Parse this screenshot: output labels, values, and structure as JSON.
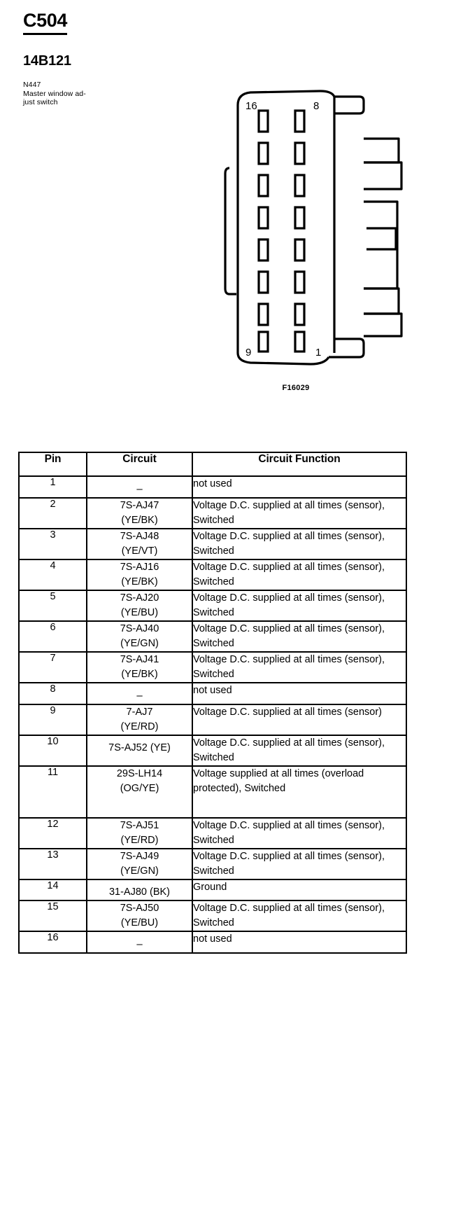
{
  "header": {
    "connector_id": "C504",
    "part_number": "14B121",
    "component_code": "N447",
    "component_name_line1": "Master window ad-",
    "component_name_line2": "just switch"
  },
  "figure": {
    "caption": "F16029",
    "pin_label_top_left": "16",
    "pin_label_top_right": "8",
    "pin_label_bottom_left": "9",
    "pin_label_bottom_right": "1",
    "rows_of_pins": 8,
    "columns_of_pins": 2
  },
  "table": {
    "columns": [
      "Pin",
      "Circuit",
      "Circuit Function"
    ],
    "rows": [
      {
        "pin": "1",
        "circuit": "–",
        "circuit2": "",
        "function": "not used"
      },
      {
        "pin": "2",
        "circuit": "7S-AJ47",
        "circuit2": "(YE/BK)",
        "function": "Voltage D.C. supplied at all times (sensor), Switched"
      },
      {
        "pin": "3",
        "circuit": "7S-AJ48",
        "circuit2": "(YE/VT)",
        "function": "Voltage D.C. supplied at all times (sensor), Switched"
      },
      {
        "pin": "4",
        "circuit": "7S-AJ16",
        "circuit2": "(YE/BK)",
        "function": "Voltage D.C. supplied at all times (sensor), Switched"
      },
      {
        "pin": "5",
        "circuit": "7S-AJ20",
        "circuit2": "(YE/BU)",
        "function": "Voltage D.C. supplied at all times (sensor), Switched"
      },
      {
        "pin": "6",
        "circuit": "7S-AJ40",
        "circuit2": "(YE/GN)",
        "function": "Voltage D.C. supplied at all times (sensor), Switched"
      },
      {
        "pin": "7",
        "circuit": "7S-AJ41",
        "circuit2": "(YE/BK)",
        "function": "Voltage D.C. supplied at all times (sensor), Switched"
      },
      {
        "pin": "8",
        "circuit": "–",
        "circuit2": "",
        "function": "not used"
      },
      {
        "pin": "9",
        "circuit": "7-AJ7",
        "circuit2": "(YE/RD)",
        "function": "Voltage D.C. supplied at all times (sensor)"
      },
      {
        "pin": "10",
        "circuit": "7S-AJ52 (YE)",
        "circuit2": "",
        "function": "Voltage D.C. supplied at all times (sensor), Switched"
      },
      {
        "pin": "11",
        "circuit": "29S-LH14",
        "circuit2": "(OG/YE)",
        "function": "Voltage supplied at all times (overload protected), Switched"
      },
      {
        "pin": "12",
        "circuit": "7S-AJ51",
        "circuit2": "(YE/RD)",
        "function": "Voltage D.C. supplied at all times (sensor), Switched"
      },
      {
        "pin": "13",
        "circuit": "7S-AJ49",
        "circuit2": "(YE/GN)",
        "function": "Voltage D.C. supplied at all times (sensor), Switched"
      },
      {
        "pin": "14",
        "circuit": "31-AJ80 (BK)",
        "circuit2": "",
        "function": "Ground"
      },
      {
        "pin": "15",
        "circuit": "7S-AJ50",
        "circuit2": "(YE/BU)",
        "function": "Voltage D.C. supplied at all times (sensor), Switched"
      },
      {
        "pin": "16",
        "circuit": "–",
        "circuit2": "",
        "function": "not used"
      }
    ]
  },
  "colors": {
    "ink": "#000000",
    "paper": "#ffffff"
  }
}
